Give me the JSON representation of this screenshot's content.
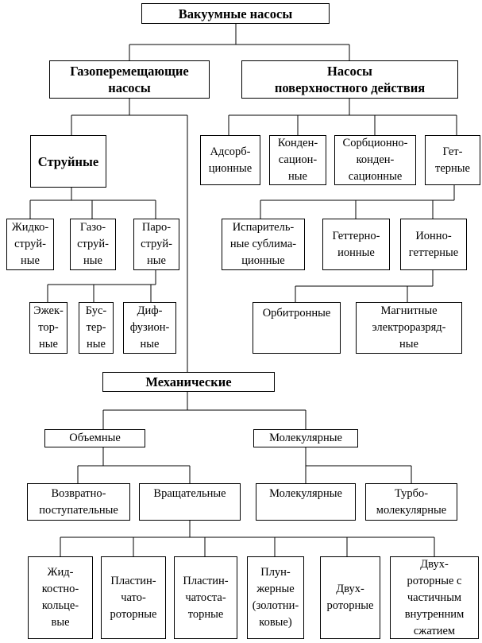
{
  "diagram": {
    "nodes": {
      "root": "Вакуумные насосы",
      "gas_transfer": "Газоперемещающие\nнасосы",
      "surface": "Насосы\nповерхностного действия",
      "jet": "Струйные",
      "adsorption": "Адсорб-\nционные",
      "condensation": "Конден-\nсацион-\nные",
      "sorption_condensation": "Сорбционно-\nконден-\nсационные",
      "getter": "Гет-\nтерные",
      "liquid_jet": "Жидко-\nструй-\nные",
      "gas_jet": "Газо-\nструй-\nные",
      "vapor_jet": "Паро-\nструй-\nные",
      "evap_sublimation": "Испаритель-\nные сублима-\nционные",
      "getter_ion": "Геттерно-\nионные",
      "ion_getter": "Ионно-\nгеттерные",
      "ejector": "Эжек-\nтор-\nные",
      "booster": "Бус-\nтер-\nные",
      "diffusion": "Диф-\nфузион-\nные",
      "orbitron": "Орбитронные",
      "magnetic_discharge": "Магнитные\nэлектроразряд-\nные",
      "mechanical": "Механические",
      "volumetric": "Объемные",
      "molecular_group": "Молекулярные",
      "reciprocating": "Возвратно-\nпоступательные",
      "rotary": "Вращательные",
      "molecular": "Молекулярные",
      "turbomolecular": "Турбо-\nмолекулярные",
      "liquid_ring": "Жид-\nкостно-\nкольце-\nвые",
      "rotary_vane": "Пластин-\nчато-\nроторные",
      "stator_vane": "Пластин-\nчатоста-\nторные",
      "plunger": "Плун-\nжерные\n(золотни-\nковые)",
      "twin_rotor": "Двух-\nроторные",
      "twin_rotor_partial": "Двух-\nроторные с\nчастичным\nвнутренним\nсжатием"
    }
  }
}
